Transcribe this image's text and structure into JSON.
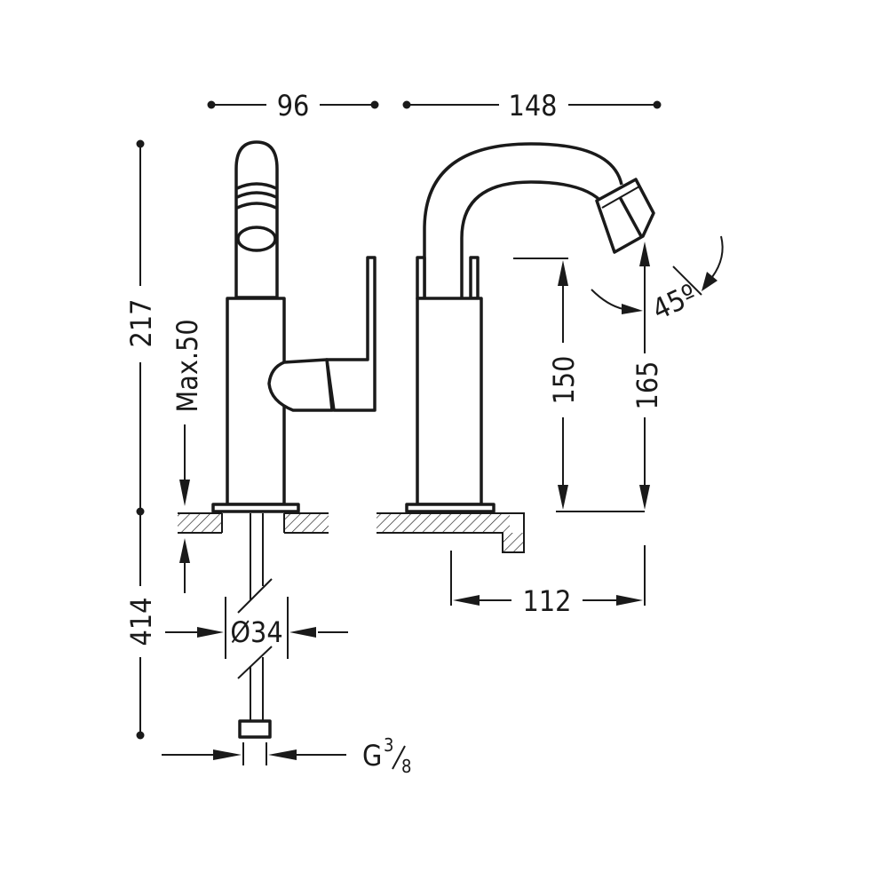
{
  "dimensions": {
    "width_side": "96",
    "width_front": "148",
    "height_total": "217",
    "max_deck": "Max.50",
    "hose_length": "414",
    "diameter": "Ø34",
    "thread": "G",
    "thread_num": "3",
    "thread_den": "8",
    "spout_height": "150",
    "nozzle_height": "165",
    "reach": "112",
    "angle": "45º"
  },
  "colors": {
    "line": "#1a1a1a",
    "background": "#ffffff"
  }
}
